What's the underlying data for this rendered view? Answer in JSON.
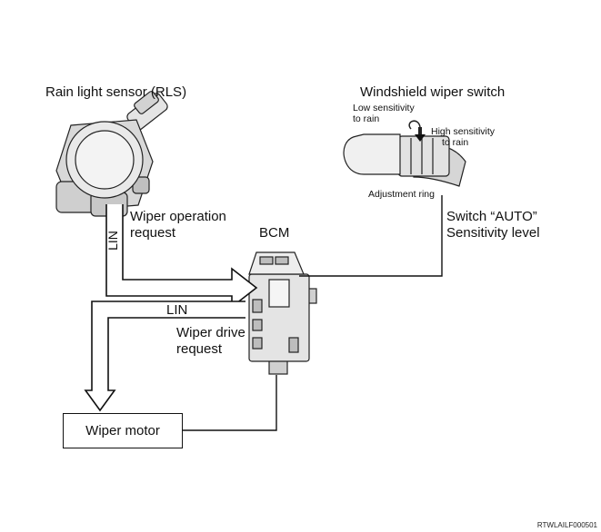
{
  "labels": {
    "rls_title": "Rain light sensor (RLS)",
    "switch_title": "Windshield wiper switch",
    "low_sensitivity_1": "Low sensitivity",
    "low_sensitivity_2": "to rain",
    "high_sensitivity_1": "High sensitivity",
    "high_sensitivity_2": "to rain",
    "adjustment_ring": "Adjustment ring",
    "wiper_operation_1": "Wiper operation",
    "wiper_operation_2": "request",
    "bcm": "BCM",
    "switch_auto_1": "Switch “AUTO”",
    "switch_auto_2": "Sensitivity level",
    "lin_vertical": "LIN",
    "lin_horizontal": "LIN",
    "wiper_drive_1": "Wiper drive",
    "wiper_drive_2": "request",
    "wiper_motor": "Wiper motor",
    "figure_id": "RTWLAILF000501"
  },
  "colors": {
    "line": "#111111",
    "component_fill": "#e6e6e6",
    "component_shadow": "#9a9a9a"
  }
}
